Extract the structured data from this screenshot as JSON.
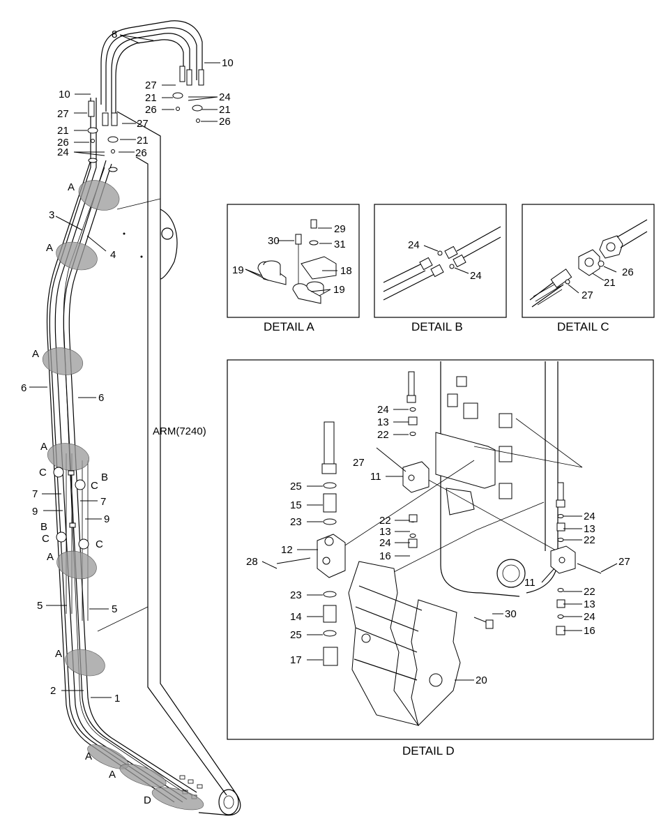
{
  "arm_label": "ARM(7240)",
  "details": {
    "a": "DETAIL A",
    "b": "DETAIL B",
    "c": "DETAIL C",
    "d": "DETAIL D"
  },
  "labels": {
    "n1": "1",
    "n2": "2",
    "n3": "3",
    "n4": "4",
    "n5a": "5",
    "n5b": "5",
    "n6a": "6",
    "n6b": "6",
    "n7a": "7",
    "n7b": "7",
    "n8": "8",
    "n9a": "9",
    "n9b": "9",
    "n10a": "10",
    "n10b": "10",
    "n21a": "21",
    "n21b": "21",
    "n21c": "21",
    "n21d": "21",
    "n24a": "24",
    "n24b": "24",
    "n26a": "26",
    "n26b": "26",
    "n26c": "26",
    "n26d": "26",
    "n27a": "27",
    "n27b": "27",
    "n27c": "27",
    "sA1": "A",
    "sA2": "A",
    "sA3": "A",
    "sA4": "A",
    "sA5": "A",
    "sA6": "A",
    "sA7": "A",
    "sA8": "A",
    "sB1": "B",
    "sB2": "B",
    "sC1": "C",
    "sC2": "C",
    "sC3": "C",
    "sC4": "C",
    "sD": "D",
    "dA29": "29",
    "dA30": "30",
    "dA31": "31",
    "dA19a": "19",
    "dA19b": "19",
    "dA18": "18",
    "dB24a": "24",
    "dB24b": "24",
    "dC26": "26",
    "dC21": "21",
    "dC27": "27",
    "d24a": "24",
    "d13a": "13",
    "d22a": "22",
    "d27a": "27",
    "d11a": "11",
    "d25a": "25",
    "d15": "15",
    "d23a": "23",
    "d22b": "22",
    "d13b": "13",
    "d24b": "24",
    "d16a": "16",
    "d12": "12",
    "d28": "28",
    "d23b": "23",
    "d14": "14",
    "d25b": "25",
    "d17": "17",
    "d30": "30",
    "d20": "20",
    "d24c": "24",
    "d13c": "13",
    "d22c": "22",
    "d27b": "27",
    "d11b": "11",
    "d22d": "22",
    "d13d": "13",
    "d24d": "24",
    "d16b": "16"
  }
}
